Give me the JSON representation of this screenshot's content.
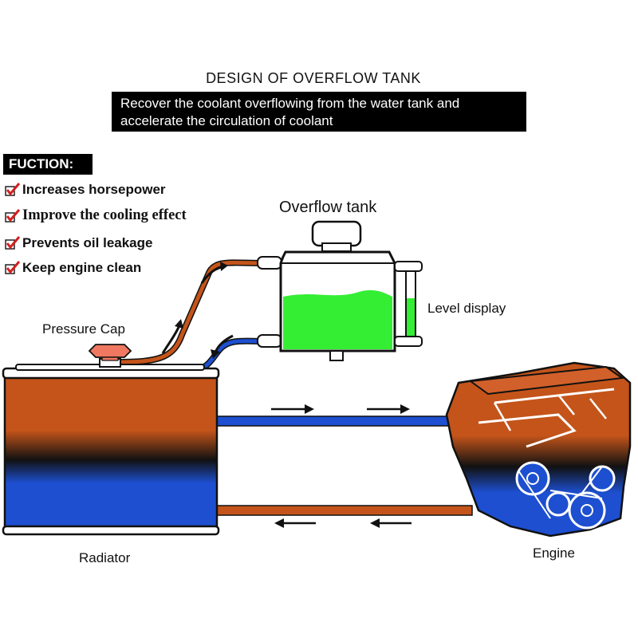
{
  "header": {
    "title": "DESIGN OF OVERFLOW TANK",
    "banner_line1": "Recover the coolant overflowing from the water tank and",
    "banner_line2": "accelerate the circulation of coolant"
  },
  "functions": {
    "heading": "FUCTION:",
    "items": [
      {
        "label": "Increases horsepower"
      },
      {
        "label": "Improve the cooling effect"
      },
      {
        "label": "Prevents oil leakage"
      },
      {
        "label": "Keep engine clean"
      }
    ]
  },
  "labels": {
    "overflow_tank": "Overflow tank",
    "level_display": "Level display",
    "pressure_cap": "Pressure Cap",
    "radiator": "Radiator",
    "engine": "Engine"
  },
  "icons": {
    "check": "checkmark-icon",
    "arrow": "arrow-icon"
  },
  "colors": {
    "hot": "#c4541a",
    "cold": "#1d4fd0",
    "coolant": "#33ee33",
    "check": "#d42020",
    "cap": "#f07860"
  }
}
